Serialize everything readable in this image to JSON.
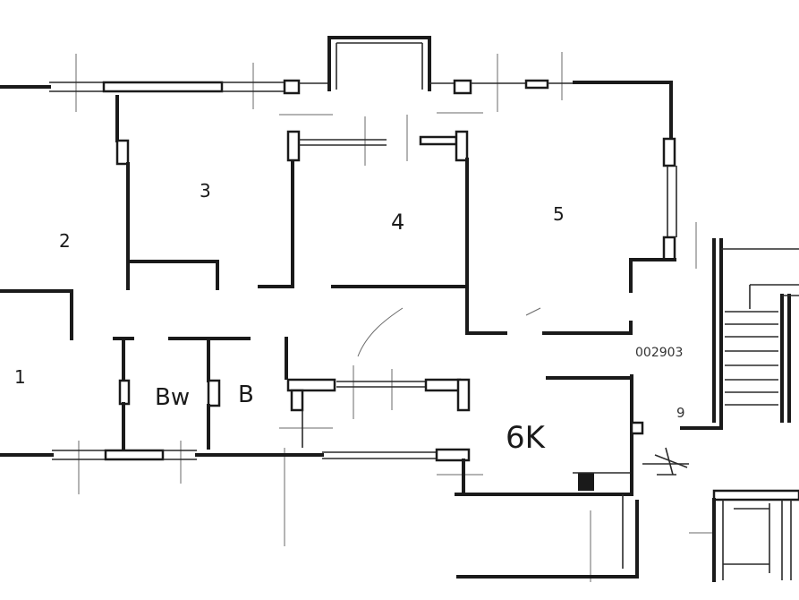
{
  "colors": {
    "ink": "#1a1a1a",
    "paper": "#ffffff"
  },
  "rooms": [
    {
      "id": "room-1",
      "label": "1"
    },
    {
      "id": "room-2",
      "label": "2"
    },
    {
      "id": "room-3",
      "label": "3"
    },
    {
      "id": "room-4",
      "label": "4"
    },
    {
      "id": "room-5",
      "label": "5"
    },
    {
      "id": "bath-bw",
      "label": "Bw"
    },
    {
      "id": "bath-b",
      "label": "B"
    },
    {
      "id": "kitchen",
      "label": "6K"
    }
  ],
  "annotations": {
    "elevation": "002903",
    "stair_number": "9"
  }
}
